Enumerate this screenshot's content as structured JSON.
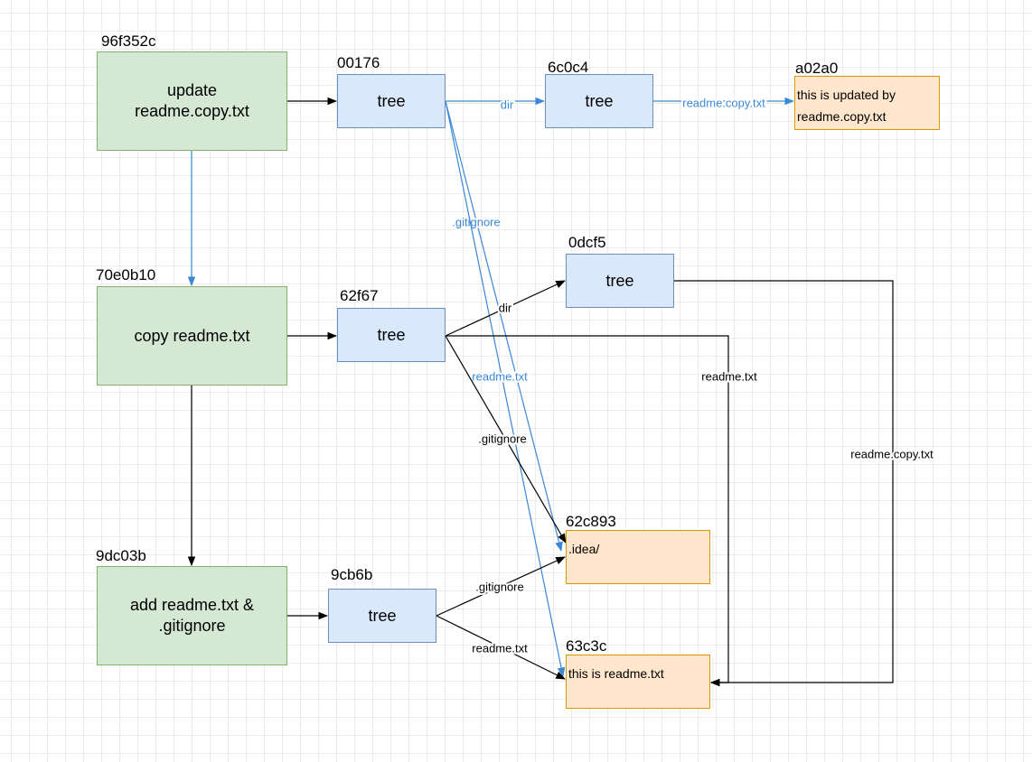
{
  "colors": {
    "black_edge": "#000000",
    "blue_edge": "#3c88d6"
  },
  "commits": [
    {
      "id": "c1",
      "hash": "96f352c",
      "label": "update\nreadme.copy.txt"
    },
    {
      "id": "c2",
      "hash": "70e0b10",
      "label": "copy readme.txt"
    },
    {
      "id": "c3",
      "hash": "9dc03b",
      "label": "add readme.txt &\n.gitignore"
    }
  ],
  "trees": [
    {
      "id": "t1",
      "hash": "00176",
      "label": "tree"
    },
    {
      "id": "t2",
      "hash": "6c0c4",
      "label": "tree"
    },
    {
      "id": "t3",
      "hash": "0dcf5",
      "label": "tree"
    },
    {
      "id": "t4",
      "hash": "62f67",
      "label": "tree"
    },
    {
      "id": "t5",
      "hash": "9cb6b",
      "label": "tree"
    }
  ],
  "blobs": [
    {
      "id": "b1",
      "hash": "a02a0",
      "content": "this is updated by readme.copy.txt"
    },
    {
      "id": "b2",
      "hash": "62c893",
      "content": ".idea/"
    },
    {
      "id": "b3",
      "hash": "63c3c",
      "content": "this is readme.txt"
    }
  ],
  "edges": [
    {
      "id": "e-c1-t1",
      "from": "c1",
      "to": "t1",
      "label": "",
      "color": "black"
    },
    {
      "id": "e-t1-t2",
      "from": "t1",
      "to": "t2",
      "label": "dir",
      "color": "blue"
    },
    {
      "id": "e-t2-b1",
      "from": "t2",
      "to": "b1",
      "label": "readme.copy.txt",
      "color": "blue"
    },
    {
      "id": "e-t1-b2",
      "from": "t1",
      "to": "b2",
      "label": ".gitignore",
      "color": "blue"
    },
    {
      "id": "e-t1-b3",
      "from": "t1",
      "to": "b3",
      "label": "readme.txt",
      "color": "blue"
    },
    {
      "id": "e-c1-c2",
      "from": "c1",
      "to": "c2",
      "label": "",
      "color": "blue"
    },
    {
      "id": "e-c2-t4",
      "from": "c2",
      "to": "t4",
      "label": "",
      "color": "black"
    },
    {
      "id": "e-t4-t3",
      "from": "t4",
      "to": "t3",
      "label": "dir",
      "color": "black"
    },
    {
      "id": "e-t4-b3",
      "from": "t4",
      "to": "b3",
      "label": "readme.txt",
      "color": "black"
    },
    {
      "id": "e-t3-b3",
      "from": "t3",
      "to": "b3",
      "label": "readme.copy.txt",
      "color": "black"
    },
    {
      "id": "e-t4-b2",
      "from": "t4",
      "to": "b2",
      "label": ".gitignore",
      "color": "black"
    },
    {
      "id": "e-c2-c3",
      "from": "c2",
      "to": "c3",
      "label": "",
      "color": "black"
    },
    {
      "id": "e-c3-t5",
      "from": "c3",
      "to": "t5",
      "label": "",
      "color": "black"
    },
    {
      "id": "e-t5-b2",
      "from": "t5",
      "to": "b2",
      "label": ".gitignore",
      "color": "black"
    },
    {
      "id": "e-t5-b3",
      "from": "t5",
      "to": "b3",
      "label": "readme.txt",
      "color": "black"
    }
  ]
}
